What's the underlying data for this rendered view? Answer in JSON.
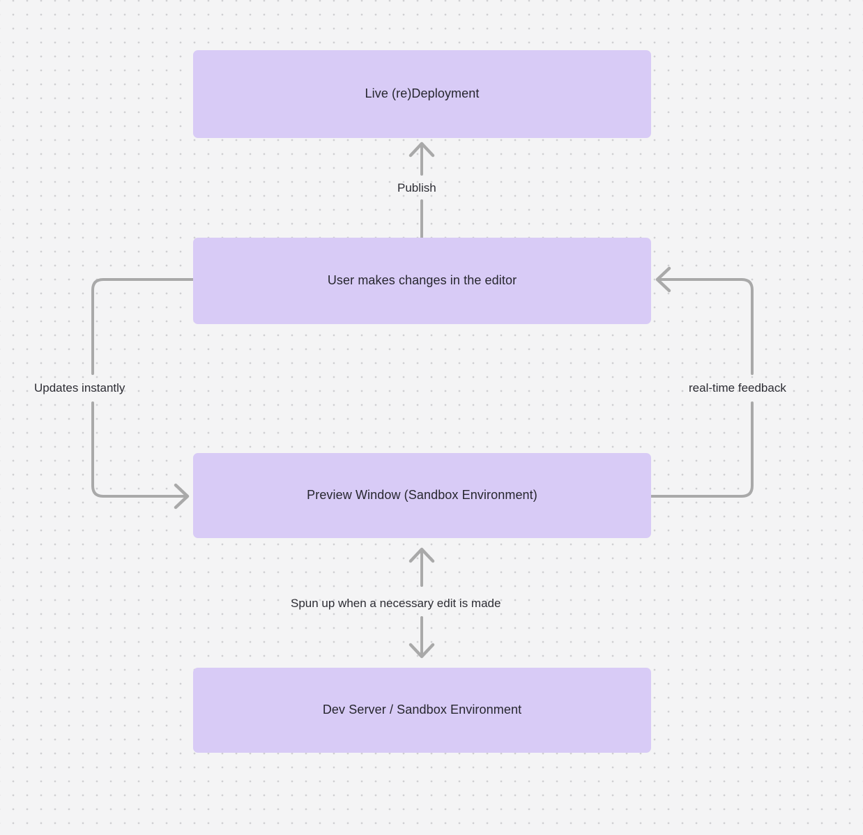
{
  "diagram": {
    "type": "flowchart",
    "background_color": "#f4f4f5",
    "grid": "dotted",
    "node_color": "#d8cbf6",
    "edge_color": "#a9a9a9",
    "text_color": "#26262e",
    "nodes": [
      {
        "id": "live",
        "label": "Live (re)Deployment"
      },
      {
        "id": "user",
        "label": "User makes changes in the editor"
      },
      {
        "id": "preview",
        "label": "Preview Window (Sandbox Environment)"
      },
      {
        "id": "devserver",
        "label": "Dev Server / Sandbox Environment"
      }
    ],
    "edges": [
      {
        "id": "publish",
        "from": "user",
        "to": "live",
        "label": "Publish",
        "direction": "up"
      },
      {
        "id": "updates",
        "from": "user",
        "to": "preview",
        "label": "Updates instantly",
        "direction": "left-loop-down"
      },
      {
        "id": "realtime",
        "from": "preview",
        "to": "user",
        "label": "real-time feedback",
        "direction": "right-loop-up"
      },
      {
        "id": "spunup",
        "from": "preview",
        "to": "devserver",
        "label": "Spun up when a necessary edit is made",
        "direction": "bidirectional"
      }
    ]
  }
}
